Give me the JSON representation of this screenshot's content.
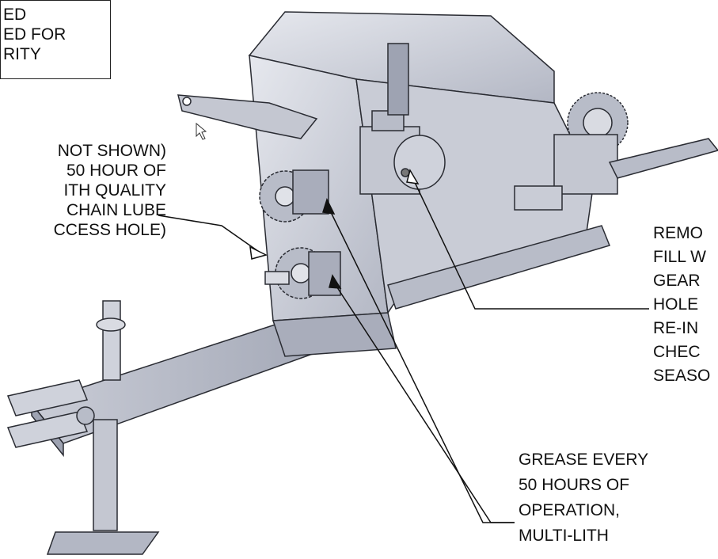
{
  "callouts": {
    "top_left_box": [
      "ED",
      "ED FOR",
      "RITY"
    ],
    "chain_lube": [
      "NOT SHOWN)",
      "50 HOUR OF",
      "ITH QUALITY",
      "CHAIN LUBE",
      "CCESS HOLE)"
    ],
    "gearbox": [
      "REMO",
      "FILL W",
      "GEAR",
      "HOLE",
      "RE-IN",
      "CHEC",
      "SEASO"
    ],
    "grease": [
      "GREASE EVERY",
      "50 HOURS OF",
      "OPERATION,",
      "MULTI-LITH"
    ]
  },
  "colors": {
    "metal_light": "#d9dbe2",
    "metal_mid": "#b8bcc8",
    "metal_dark": "#8e93a3",
    "outline": "#2a2c33",
    "leader": "#111111"
  }
}
